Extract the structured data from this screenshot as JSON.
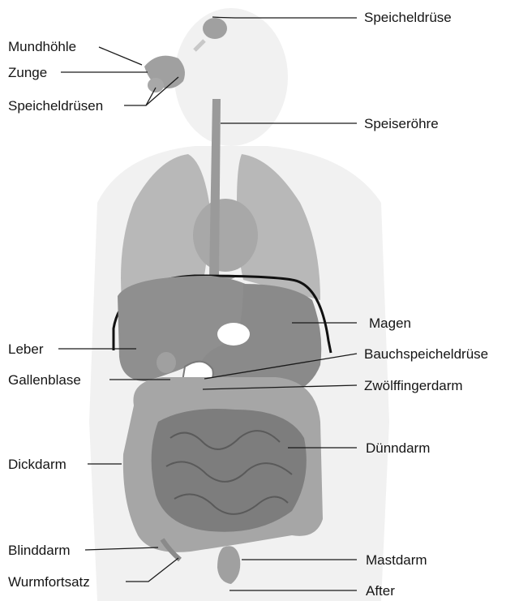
{
  "labels": {
    "speicheldruese": "Speicheldrüse",
    "mundhoehle": "Mundhöhle",
    "zunge": "Zunge",
    "speicheldruesen": "Speicheldrüsen",
    "speiseroehre": "Speiseröhre",
    "magen": "Magen",
    "leber": "Leber",
    "bauchspeicheldruese": "Bauchspeicheldrüse",
    "gallenblase": "Gallenblase",
    "zwoelffingerdarm": "Zwölffingerdarm",
    "duenndarm": "Dünndarm",
    "dickdarm": "Dickdarm",
    "blinddarm": "Blinddarm",
    "mastdarm": "Mastdarm",
    "wurmfortsatz": "Wurmfortsatz",
    "after": "After"
  },
  "colors": {
    "organ_fill": "#9a9a9a",
    "organ_dark": "#6e6e6e",
    "lung_fill": "#b5b5b5",
    "body_silhouette": "#f0f0f0"
  }
}
